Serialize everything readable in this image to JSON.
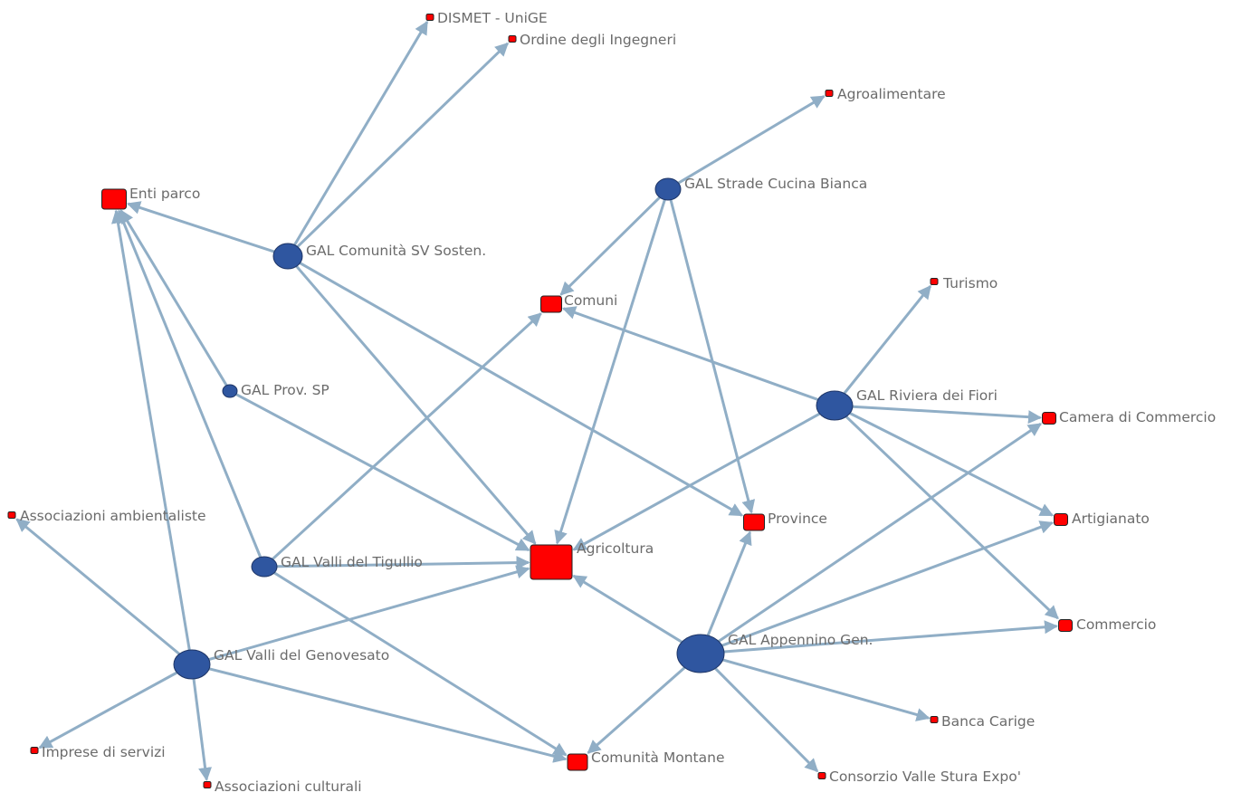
{
  "nodes": [
    {
      "id": "gal-comunita-sv",
      "kind": "gal",
      "label": "GAL Comunità SV Sosten."
    },
    {
      "id": "gal-strade",
      "kind": "gal",
      "label": "GAL Strade Cucina Bianca"
    },
    {
      "id": "gal-prov-sp",
      "kind": "gal",
      "label": "GAL Prov. SP"
    },
    {
      "id": "gal-riviera",
      "kind": "gal",
      "label": "GAL Riviera dei Fiori"
    },
    {
      "id": "gal-tigullio",
      "kind": "gal",
      "label": "GAL Valli del Tigullio"
    },
    {
      "id": "gal-genovesato",
      "kind": "gal",
      "label": "GAL Valli del Genovesato"
    },
    {
      "id": "gal-appennino",
      "kind": "gal",
      "label": "GAL Appennino Gen."
    },
    {
      "id": "dismet",
      "kind": "actor",
      "label": "DISMET - UniGE"
    },
    {
      "id": "ordine",
      "kind": "actor",
      "label": "Ordine degli Ingegneri"
    },
    {
      "id": "agroalimentare",
      "kind": "actor",
      "label": "Agroalimentare"
    },
    {
      "id": "enti-parco",
      "kind": "actor",
      "label": "Enti parco"
    },
    {
      "id": "comuni",
      "kind": "actor",
      "label": "Comuni"
    },
    {
      "id": "turismo",
      "kind": "actor",
      "label": "Turismo"
    },
    {
      "id": "camera",
      "kind": "actor",
      "label": "Camera di Commercio"
    },
    {
      "id": "province",
      "kind": "actor",
      "label": "Province"
    },
    {
      "id": "artigianato",
      "kind": "actor",
      "label": "Artigianato"
    },
    {
      "id": "agricoltura",
      "kind": "actor",
      "label": "Agricoltura"
    },
    {
      "id": "commercio",
      "kind": "actor",
      "label": "Commercio"
    },
    {
      "id": "ass-ambientaliste",
      "kind": "actor",
      "label": "Associazioni ambientaliste"
    },
    {
      "id": "imprese",
      "kind": "actor",
      "label": "Imprese di servizi"
    },
    {
      "id": "ass-culturali",
      "kind": "actor",
      "label": "Associazioni culturali"
    },
    {
      "id": "comunita-montane",
      "kind": "actor",
      "label": "Comunità Montane"
    },
    {
      "id": "banca",
      "kind": "actor",
      "label": "Banca Carige"
    },
    {
      "id": "consorzio",
      "kind": "actor",
      "label": "Consorzio Valle Stura Expo'"
    }
  ],
  "edges": [
    [
      "gal-comunita-sv",
      "dismet"
    ],
    [
      "gal-comunita-sv",
      "ordine"
    ],
    [
      "gal-comunita-sv",
      "enti-parco"
    ],
    [
      "gal-comunita-sv",
      "agricoltura"
    ],
    [
      "gal-comunita-sv",
      "province"
    ],
    [
      "gal-strade",
      "agroalimentare"
    ],
    [
      "gal-strade",
      "comuni"
    ],
    [
      "gal-strade",
      "agricoltura"
    ],
    [
      "gal-strade",
      "province"
    ],
    [
      "gal-prov-sp",
      "enti-parco"
    ],
    [
      "gal-prov-sp",
      "agricoltura"
    ],
    [
      "gal-riviera",
      "turismo"
    ],
    [
      "gal-riviera",
      "comuni"
    ],
    [
      "gal-riviera",
      "camera"
    ],
    [
      "gal-riviera",
      "artigianato"
    ],
    [
      "gal-riviera",
      "commercio"
    ],
    [
      "gal-riviera",
      "agricoltura"
    ],
    [
      "gal-tigullio",
      "enti-parco"
    ],
    [
      "gal-tigullio",
      "comuni"
    ],
    [
      "gal-tigullio",
      "agricoltura"
    ],
    [
      "gal-tigullio",
      "comunita-montane"
    ],
    [
      "gal-genovesato",
      "enti-parco"
    ],
    [
      "gal-genovesato",
      "ass-ambientaliste"
    ],
    [
      "gal-genovesato",
      "imprese"
    ],
    [
      "gal-genovesato",
      "ass-culturali"
    ],
    [
      "gal-genovesato",
      "agricoltura"
    ],
    [
      "gal-genovesato",
      "comunita-montane"
    ],
    [
      "gal-appennino",
      "agricoltura"
    ],
    [
      "gal-appennino",
      "province"
    ],
    [
      "gal-appennino",
      "camera"
    ],
    [
      "gal-appennino",
      "artigianato"
    ],
    [
      "gal-appennino",
      "commercio"
    ],
    [
      "gal-appennino",
      "banca"
    ],
    [
      "gal-appennino",
      "consorzio"
    ],
    [
      "gal-appennino",
      "comunita-montane"
    ]
  ],
  "colors": {
    "gal": "#2f56a0",
    "actor": "#ff0000",
    "edge": "#90aec6",
    "label": "#6b6b6b"
  }
}
